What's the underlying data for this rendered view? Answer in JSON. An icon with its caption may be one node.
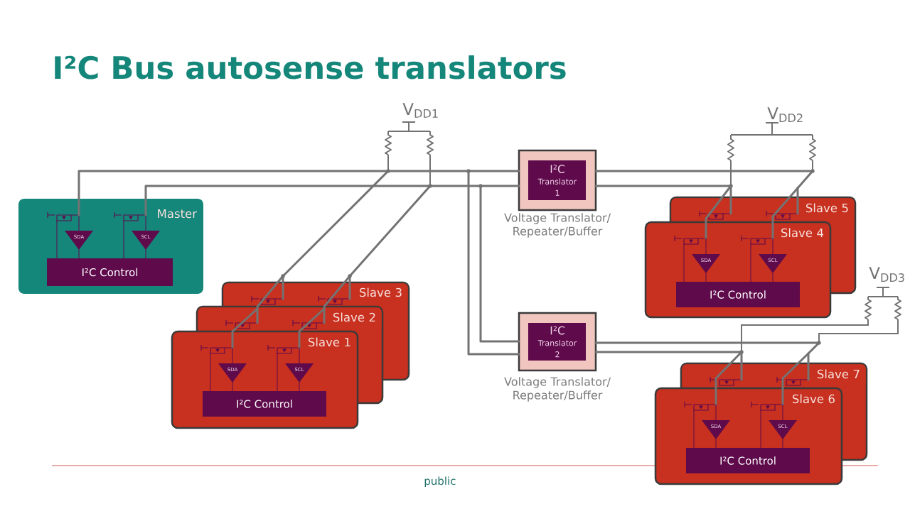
{
  "diagram": {
    "title": "I²C Bus autosense translators",
    "nodes": [
      {
        "text": [
          "Master"
        ]
      },
      {
        "text": [],
        "shape": "transistor",
        "in": 0
      },
      {
        "text": [],
        "shape": "transistor",
        "in": 0
      },
      {
        "text": [
          "SDA"
        ],
        "in": 0
      },
      {
        "text": [
          "SCL"
        ],
        "in": 0
      },
      {
        "text": [
          "I²C Control"
        ],
        "in": 0
      },
      {
        "text": [
          "I²C",
          "Translator 1"
        ],
        "beside": [
          "Voltage Translator/ Repeater/Buffer"
        ]
      },
      {
        "text": [
          "Slave 5"
        ]
      },
      {
        "text": [],
        "shape": "transistor",
        "in": 7
      },
      {
        "text": [],
        "shape": "transistor",
        "in": 7
      },
      {
        "text": [
          "Slave 4"
        ]
      },
      {
        "text": [],
        "shape": "transistor",
        "in": 10
      },
      {
        "text": [],
        "shape": "transistor",
        "in": 10
      },
      {
        "text": [
          "SDA"
        ],
        "in": 10
      },
      {
        "text": [
          "SCL"
        ],
        "in": 10
      },
      {
        "text": [
          "I²C Control"
        ],
        "in": 10
      },
      {
        "text": [
          "Slave 3"
        ]
      },
      {
        "text": [],
        "shape": "transistor",
        "in": 16
      },
      {
        "text": [],
        "shape": "transistor",
        "in": 16
      },
      {
        "text": [
          "Slave 2"
        ]
      },
      {
        "text": [],
        "shape": "transistor",
        "in": 19
      },
      {
        "text": [],
        "shape": "transistor",
        "in": 19
      },
      {
        "text": [
          "Slave 1"
        ]
      },
      {
        "text": [],
        "shape": "transistor",
        "in": 22
      },
      {
        "text": [],
        "shape": "transistor",
        "in": 22
      },
      {
        "text": [
          "SDA"
        ],
        "in": 22
      },
      {
        "text": [
          "SCL"
        ],
        "in": 22
      },
      {
        "text": [
          "I²C Control"
        ],
        "in": 22
      },
      {
        "text": [
          "I²C",
          "Translator 2"
        ],
        "beside": [
          "Voltage Translator/ Repeater/Buffer"
        ]
      },
      {
        "text": [
          "Slave 7"
        ]
      },
      {
        "text": [],
        "shape": "transistor",
        "in": 29
      },
      {
        "text": [],
        "shape": "transistor",
        "in": 29
      },
      {
        "text": [
          "Slave 6"
        ]
      },
      {
        "text": [],
        "shape": "transistor",
        "in": 32
      },
      {
        "text": [],
        "shape": "transistor",
        "in": 32
      },
      {
        "text": [
          "SDA"
        ],
        "in": 32
      },
      {
        "text": [
          "SCL"
        ],
        "in": 32
      },
      {
        "text": [
          "I²C Control"
        ],
        "in": 32
      }
    ],
    "edges": [
      {
        "from": 1,
        "to": 3,
        "arrow": "none"
      },
      {
        "from": 2,
        "to": 4,
        "arrow": "none"
      },
      {
        "from": 1,
        "to": 5,
        "arrow": "none"
      },
      {
        "from": 2,
        "to": 5,
        "arrow": "none"
      },
      {
        "from": 3,
        "to": 5,
        "arrow": "none"
      },
      {
        "from": 4,
        "to": 5,
        "arrow": "none"
      },
      {
        "from": 1,
        "to": 6,
        "arrow": "none",
        "style": "thick",
        "color": "#737373"
      },
      {
        "from": 2,
        "to": 6,
        "arrow": "none",
        "style": "thick",
        "color": "#737373"
      },
      {
        "from": 1,
        "to": 28,
        "arrow": "none",
        "style": "thick",
        "color": "#737373"
      },
      {
        "from": 2,
        "to": 28,
        "arrow": "none",
        "style": "thick",
        "color": "#737373"
      },
      {
        "from": 1,
        "to": 17,
        "arrow": "none",
        "style": "thick",
        "color": "#737373"
      },
      {
        "from": 2,
        "to": 18,
        "arrow": "none",
        "style": "thick",
        "color": "#737373"
      },
      {
        "from": 17,
        "to": 20,
        "arrow": "none",
        "style": "thick",
        "color": "#737373"
      },
      {
        "from": 18,
        "to": 21,
        "arrow": "none",
        "style": "thick",
        "color": "#737373"
      },
      {
        "from": 20,
        "to": 23,
        "arrow": "none",
        "style": "thick",
        "color": "#737373"
      },
      {
        "from": 21,
        "to": 24,
        "arrow": "none",
        "style": "thick",
        "color": "#737373"
      },
      {
        "from": 23,
        "to": 25,
        "arrow": "none"
      },
      {
        "from": 24,
        "to": 26,
        "arrow": "none"
      },
      {
        "from": 23,
        "to": 27,
        "arrow": "none"
      },
      {
        "from": 24,
        "to": 27,
        "arrow": "none"
      },
      {
        "from": 25,
        "to": 27,
        "arrow": "none"
      },
      {
        "from": 26,
        "to": 27,
        "arrow": "none"
      },
      {
        "from": 6,
        "to": 8,
        "arrow": "none",
        "style": "thick",
        "color": "#737373"
      },
      {
        "from": 6,
        "to": 9,
        "arrow": "none",
        "style": "thick",
        "color": "#737373"
      },
      {
        "from": 8,
        "to": 11,
        "arrow": "none",
        "style": "thick",
        "color": "#737373"
      },
      {
        "from": 9,
        "to": 12,
        "arrow": "none",
        "style": "thick",
        "color": "#737373"
      },
      {
        "from": 11,
        "to": 13,
        "arrow": "none"
      },
      {
        "from": 12,
        "to": 14,
        "arrow": "none"
      },
      {
        "from": 11,
        "to": 15,
        "arrow": "none"
      },
      {
        "from": 12,
        "to": 15,
        "arrow": "none"
      },
      {
        "from": 13,
        "to": 15,
        "arrow": "none"
      },
      {
        "from": 14,
        "to": 15,
        "arrow": "none"
      },
      {
        "from": 28,
        "to": 30,
        "arrow": "none",
        "style": "thick",
        "color": "#737373"
      },
      {
        "from": 28,
        "to": 31,
        "arrow": "none",
        "style": "thick",
        "color": "#737373"
      },
      {
        "from": 30,
        "to": 33,
        "arrow": "none",
        "style": "thick",
        "color": "#737373"
      },
      {
        "from": 31,
        "to": 34,
        "arrow": "none",
        "style": "thick",
        "color": "#737373"
      },
      {
        "from": 33,
        "to": 35,
        "arrow": "none"
      },
      {
        "from": 34,
        "to": 36,
        "arrow": "none"
      },
      {
        "from": 33,
        "to": 37,
        "arrow": "none"
      },
      {
        "from": 34,
        "to": 37,
        "arrow": "none"
      },
      {
        "from": 35,
        "to": 37,
        "arrow": "none"
      },
      {
        "from": 36,
        "to": 37,
        "arrow": "none"
      }
    ],
    "labels": [
      "V$_{DD1}$",
      "V$_{DD2}$",
      "V$_{DD3}$",
      "public"
    ]
  }
}
